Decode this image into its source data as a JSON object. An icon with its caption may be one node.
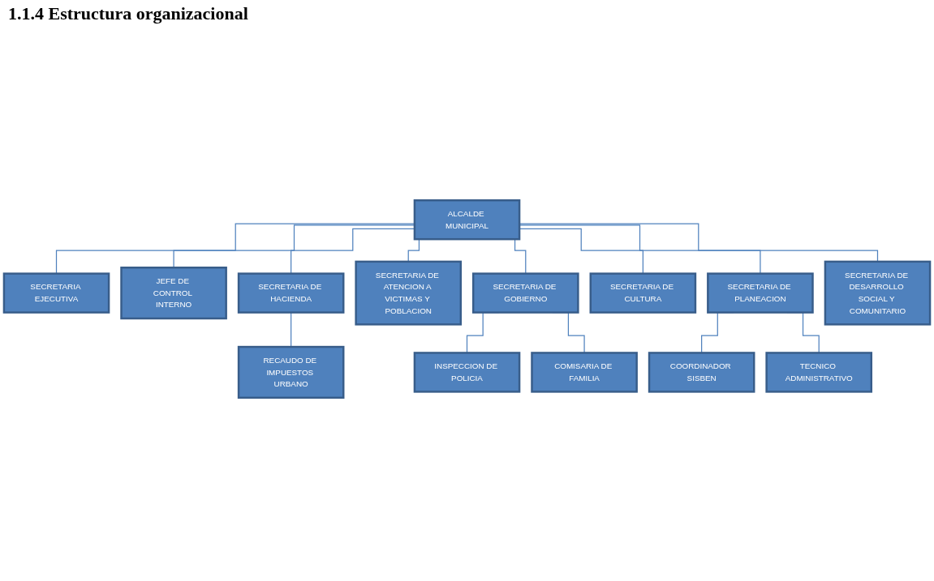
{
  "diagram": {
    "title": "1.1.4 Estructura organizacional",
    "nodes": [
      {
        "text": [
          "ALCALDE MUNICIPAL"
        ]
      },
      {
        "text": [
          "SECRETARIA EJECUTIVA"
        ]
      },
      {
        "text": [
          "JEFE DE CONTROL INTERNO"
        ]
      },
      {
        "text": [
          "SECRETARIA DE HACIENDA"
        ]
      },
      {
        "text": [
          "SECRETARIA DE ATENCION A VICTIMAS Y POBLACION"
        ]
      },
      {
        "text": [
          "SECRETARIA DE GOBIERNO"
        ]
      },
      {
        "text": [
          "SECRETARIA DE CULTURA"
        ]
      },
      {
        "text": [
          "SECRETARIA DE PLANEACION"
        ]
      },
      {
        "text": [
          "SECRETARIA DE DESARROLLO SOCIAL Y COMUNITARIO"
        ]
      },
      {
        "text": [
          "RECAUDO DE IMPUESTOS URBANO"
        ]
      },
      {
        "text": [
          "INSPECCION DE POLICIA"
        ]
      },
      {
        "text": [
          "COMISARIA DE FAMILIA"
        ]
      },
      {
        "text": [
          "COORDINADOR SISBEN"
        ]
      },
      {
        "text": [
          "TECNICO ADMINISTRATIVO"
        ]
      }
    ],
    "edges": [
      {
        "from": 0,
        "to": 1,
        "arrow": "none"
      },
      {
        "from": 0,
        "to": 2,
        "arrow": "none"
      },
      {
        "from": 0,
        "to": 3,
        "arrow": "none"
      },
      {
        "from": 0,
        "to": 4,
        "arrow": "none"
      },
      {
        "from": 0,
        "to": 5,
        "arrow": "none"
      },
      {
        "from": 0,
        "to": 6,
        "arrow": "none"
      },
      {
        "from": 0,
        "to": 7,
        "arrow": "none"
      },
      {
        "from": 0,
        "to": 8,
        "arrow": "none"
      },
      {
        "from": 3,
        "to": 9,
        "arrow": "none"
      },
      {
        "from": 5,
        "to": 10,
        "arrow": "none"
      },
      {
        "from": 5,
        "to": 11,
        "arrow": "none"
      },
      {
        "from": 7,
        "to": 12,
        "arrow": "none"
      },
      {
        "from": 7,
        "to": 13,
        "arrow": "none"
      }
    ]
  }
}
